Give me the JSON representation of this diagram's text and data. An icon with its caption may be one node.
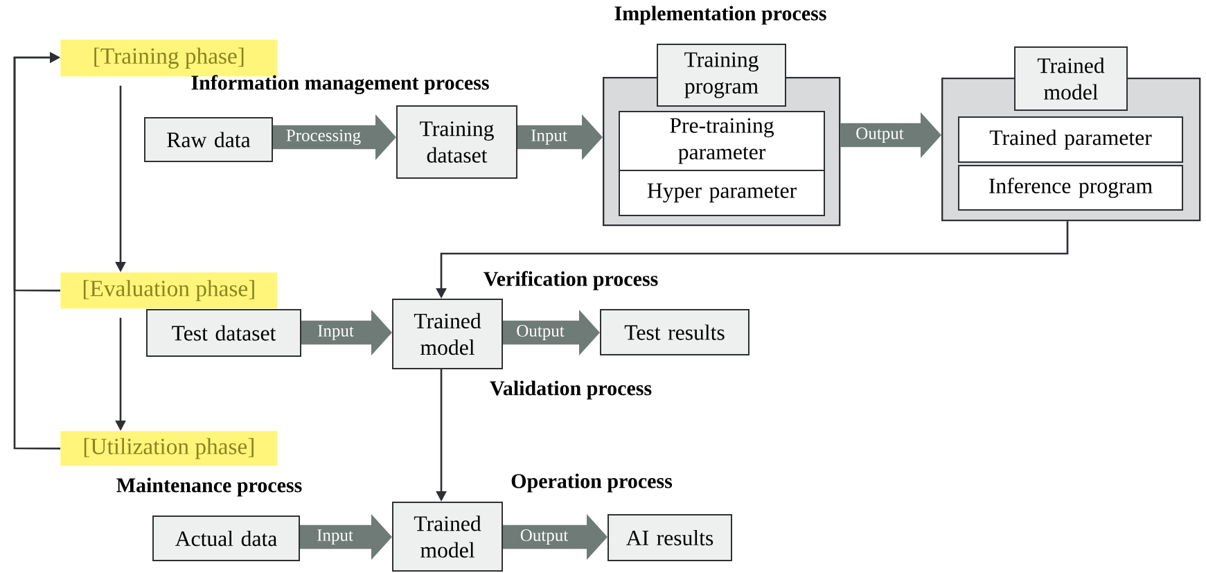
{
  "diagram": {
    "nodes": [
      {
        "text": [
          "[Training phase]"
        ]
      },
      {
        "text": [
          "[Evaluation phase]"
        ]
      },
      {
        "text": [
          "[Utilization phase]"
        ]
      },
      {
        "text": [
          "Raw data"
        ]
      },
      {
        "text": [
          "Training dataset"
        ]
      },
      {
        "text": [],
        "shape": "box"
      },
      {
        "text": [
          "Training program"
        ]
      },
      {
        "text": [
          "Pre-training parameter"
        ],
        "in": 5
      },
      {
        "text": [
          "Hyper parameter"
        ],
        "in": 5
      },
      {
        "text": [],
        "shape": "box"
      },
      {
        "text": [
          "Trained model"
        ]
      },
      {
        "text": [
          "Trained parameter"
        ],
        "in": 9
      },
      {
        "text": [
          "Inference program"
        ],
        "in": 9
      },
      {
        "text": [
          "Test dataset"
        ]
      },
      {
        "text": [
          "Trained model"
        ]
      },
      {
        "text": [
          "Test results"
        ]
      },
      {
        "text": [
          "Actual data"
        ]
      },
      {
        "text": [
          "Trained model"
        ]
      },
      {
        "text": [
          "AI results"
        ]
      }
    ],
    "edges": [
      {
        "from": 0,
        "to": 1,
        "arrow": "to",
        "color": "#2e3033"
      },
      {
        "from": 1,
        "to": 2,
        "arrow": "to",
        "color": "#2e3033"
      },
      {
        "from": 2,
        "to": 0,
        "arrow": "to",
        "color": "#2e3033"
      },
      {
        "from": 1,
        "to": 0,
        "arrow": "to",
        "color": "#2e3033"
      },
      {
        "from": 3,
        "to": 4,
        "arrow": "to",
        "label": "Processing"
      },
      {
        "from": 4,
        "to": 5,
        "arrow": "to",
        "label": "Input"
      },
      {
        "from": 5,
        "to": 9,
        "arrow": "to",
        "label": "Output"
      },
      {
        "from": 9,
        "to": 14,
        "arrow": "to",
        "color": "#2e3033"
      },
      {
        "from": 13,
        "to": 14,
        "arrow": "to",
        "label": "Input"
      },
      {
        "from": 14,
        "to": 15,
        "arrow": "to",
        "label": "Output"
      },
      {
        "from": 14,
        "to": 17,
        "arrow": "to",
        "color": "#2e3033"
      },
      {
        "from": 16,
        "to": 17,
        "arrow": "to",
        "label": "Input"
      },
      {
        "from": 17,
        "to": 18,
        "arrow": "to",
        "label": "Output"
      }
    ],
    "labels": [
      "Implementation process",
      "Information management process",
      "Verification process",
      "Validation process",
      "Maintenance process",
      "Operation process"
    ]
  }
}
